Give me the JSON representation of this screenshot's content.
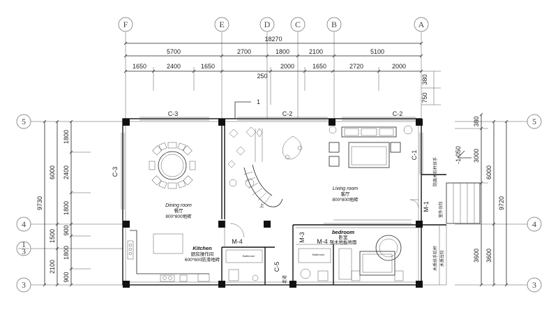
{
  "axes_top": [
    "F",
    "E",
    "D",
    "C",
    "B",
    "A"
  ],
  "axes_left": [
    "5",
    "4",
    "1",
    "3"
  ],
  "axes_right": [
    "5",
    "4",
    "3"
  ],
  "axis_left_sub": "3",
  "dims_top": {
    "overall": "18270",
    "row1": [
      "5700",
      "2700",
      "1800",
      "2100",
      "5100"
    ],
    "row2": [
      "1650",
      "2400",
      "1650",
      "250",
      "2000",
      "1650",
      "2720",
      "2000"
    ],
    "right": [
      "380",
      "750"
    ]
  },
  "dims_left": {
    "overall": "9730",
    "mid": [
      "6000",
      "1500",
      "2100"
    ],
    "inner": [
      "1800",
      "2400",
      "1800",
      "900",
      "1800",
      "900"
    ]
  },
  "dims_right": {
    "overall": "9720",
    "mid": [
      "6000",
      "3600"
    ],
    "inner": [
      "380",
      "3000",
      "3600"
    ]
  },
  "openings": {
    "c3_top": "C-3",
    "c3_left": "C-3",
    "c2_a": "C-2",
    "c2_b": "C-2",
    "c1": "C-1",
    "c5": "C-5",
    "m4_a": "M-4",
    "m4_b": "M-4",
    "m3": "M-3",
    "m1": "M-1"
  },
  "rooms": {
    "dining_en": "Dining room",
    "dining_cn": "餐厅",
    "dining_floor": "800*800地砖",
    "living_en": "Living room",
    "living_cn": "客厅",
    "living_floor": "800*800地砖",
    "kitchen_en": "Kitchen",
    "kitchen_cn": "厨房操作间",
    "kitchen_floor": "600*600防滑地砖",
    "bedroom_en": "bedroom",
    "bedroom_cn": "卧室",
    "bedroom_floor": "强木地板地面",
    "bath1_en": "Bathroom",
    "bath2_en": "Bathroom"
  },
  "annotations": {
    "up_mark": "上",
    "elev": "-1.050",
    "ramp_cn": "室外台阶",
    "side_note_1": "防腐木栏杆扶手",
    "side_note_2": "户外木地板",
    "side_note_3": "木质扶手栏杆",
    "side_note_4": "木质台阶",
    "corridor": "走道",
    "ref_no": "1"
  }
}
